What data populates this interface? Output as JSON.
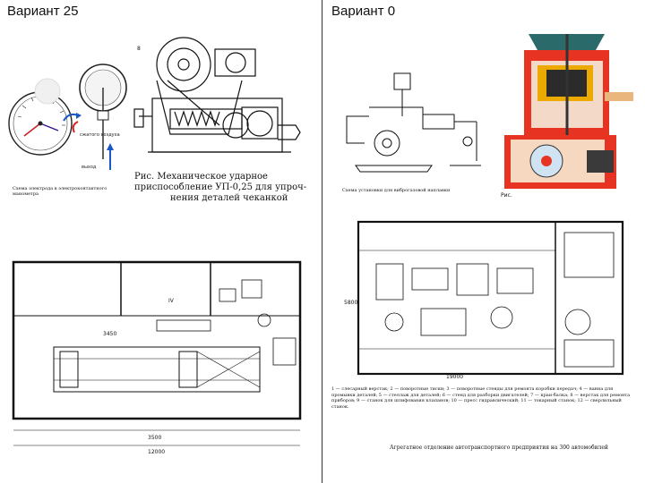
{
  "left": {
    "title": "Вариант 25",
    "gauge_caption": "Схема электрода в электроконтактного манометра",
    "gauge_labels": [
      "сжатого воздуха",
      "выход"
    ],
    "device_caption_line1": "Рис. Механическое ударное",
    "device_caption_line2": "приспособление УП-0,25 для упроч-",
    "device_caption_line3": "нения деталей чеканкой",
    "device_label_num": "8",
    "plan_dims": [
      "3450",
      "3500",
      "12000"
    ],
    "plan_room_mark": "IV"
  },
  "right": {
    "title": "Вариант 0",
    "schematic_caption": "Схема установки для виброгазовой наплавки",
    "cutaway_label": "Рис.",
    "plan_dims": [
      "19000",
      "5800"
    ],
    "plan_legend": "1 — слесарный верстак; 2 — поворотные тиски; 3 — поворотные стенды для ремонта коробки передач; 4 — ванна для промывки деталей; 5 — стеллаж для деталей; 6 — стенд для разборки двигателей; 7 — кран-балка; 8 — верстак для ремонта приборов; 9 — станок для шлифования клапанов; 10 — пресс гидравлический; 11 — токарный станок; 12 — сверлильный станок.",
    "plan_caption": "Агрегатное отделение автотранспортного предприятия на 300 автомобилей"
  }
}
